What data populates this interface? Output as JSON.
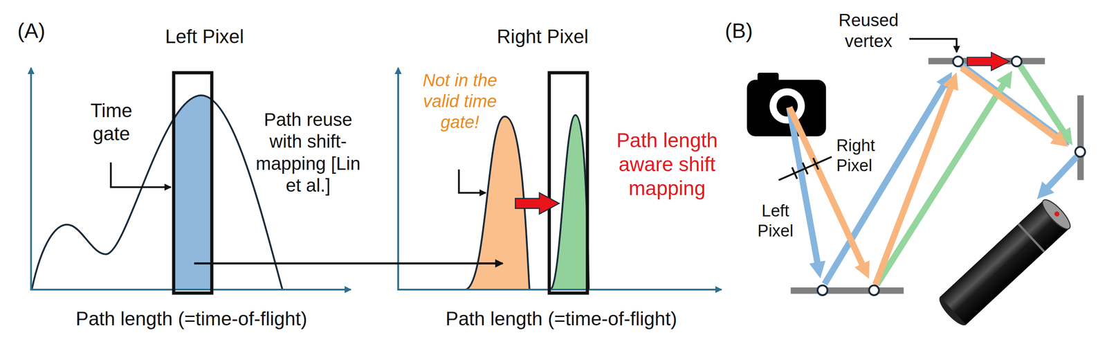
{
  "diagram": {
    "labels": [
      "(A)",
      "Left Pixel",
      "Time gate",
      "Path reuse with shift-mapping [Lin et al.]",
      "Not in the valid time gate!",
      "Path length aware shift mapping",
      "Right Pixel",
      "Path length (=time-of-flight)",
      "Path length (=time-of-flight)",
      "(B)",
      "Reused vertex",
      "Right Pixel",
      "Left Pixel"
    ]
  }
}
